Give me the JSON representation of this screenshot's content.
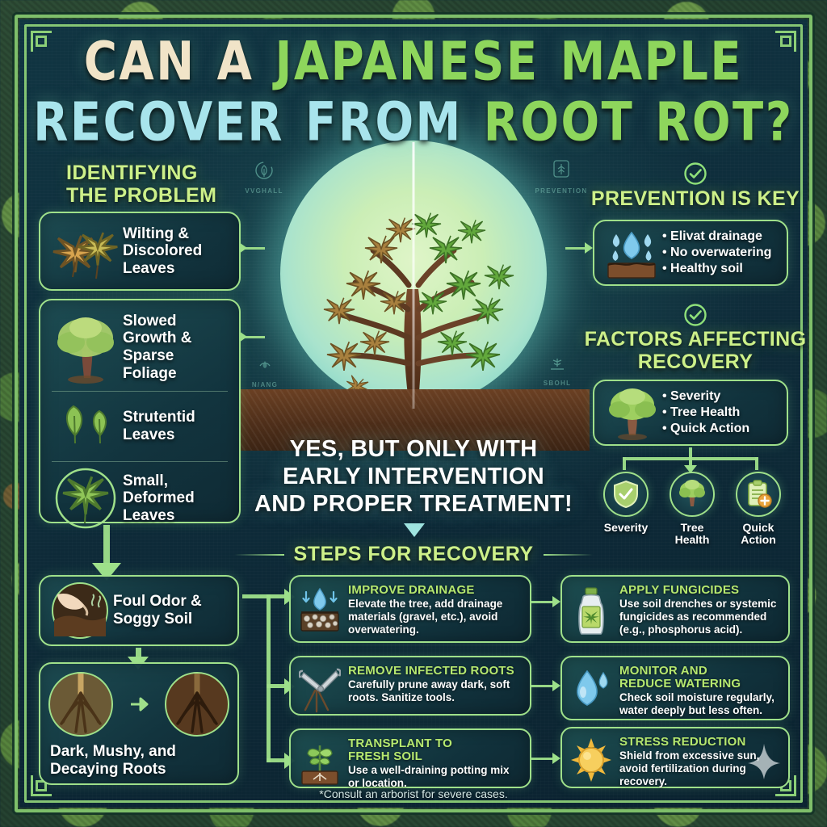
{
  "title": {
    "line1": [
      {
        "text": "CAN",
        "color": "cream"
      },
      {
        "text": "A",
        "color": "cream"
      },
      {
        "text": "JAPANESE",
        "color": "green"
      },
      {
        "text": "MAPLE",
        "color": "green"
      }
    ],
    "line2": [
      {
        "text": "RECOVER",
        "color": "blue"
      },
      {
        "text": "FROM",
        "color": "blue"
      },
      {
        "text": "ROOT",
        "color": "green"
      },
      {
        "text": "ROT?",
        "color": "green"
      }
    ],
    "full": "CAN A JAPANESE MAPLE RECOVER FROM ROOT ROT?"
  },
  "colors": {
    "accent_green": "#8ed65c",
    "pale_green": "#cdf089",
    "border_green": "#9fe08a",
    "title_cream": "#f1e4c8",
    "title_blue": "#a8e4ec",
    "panel_dark": "#0e2c3a",
    "step_title": "#b6e86f"
  },
  "left_column": {
    "heading": "IDENTIFYING\nTHE PROBLEM",
    "heading_line1": "IDENTIFYING",
    "heading_line2": "THE PROBLEM",
    "symptoms": [
      {
        "label": "Wilting &\nDiscolored\nLeaves",
        "icon": "two-brown-maple-leaves-icon"
      },
      {
        "label": "Slowed\nGrowth &\nSparse\nFoliage",
        "icon": "sparse-tree-icon"
      },
      {
        "label": "Strutentid\nLeaves",
        "icon": "two-green-leaves-icon"
      },
      {
        "label": "Small,\nDeformed\nLeaves",
        "icon": "small-maple-leaf-circle-icon"
      }
    ]
  },
  "bottom_left": {
    "cards": [
      {
        "label": "Foul Odor &\nSoggy Soil",
        "icon": "hand-in-soil-smell-icon"
      },
      {
        "label": "Dark, Mushy, and\nDecaying Roots",
        "icon": "root-comparison-icon"
      }
    ]
  },
  "right_column": {
    "prevention": {
      "heading": "PREVENTION IS KEY",
      "divider_icon": "check-circle-icon",
      "icon": "water-drops-over-soil-icon",
      "bullets": [
        "Elivat drainage",
        "No overwatering",
        "Healthy soil"
      ]
    },
    "factors": {
      "heading_line1": "FACTORS AFFECTING",
      "heading_line2": "RECOVERY",
      "heading": "FACTORS AFFECTING RECOVERY",
      "divider_icon": "check-circle-icon",
      "icon": "healthy-tree-icon",
      "bullets": [
        "Severity",
        "Tree Health",
        "Quick Action"
      ],
      "circles": [
        {
          "label": "Severity",
          "icon": "shield-check-icon"
        },
        {
          "label": "Tree\nHealth",
          "icon": "tree-icon"
        },
        {
          "label": "Quick\nAction",
          "icon": "clipboard-plus-icon"
        }
      ]
    }
  },
  "center": {
    "illustration": "split-tree-diseased-vs-healthy",
    "answer_line1": "YES, BUT ONLY WITH",
    "answer_line2": "EARLY INTERVENTION",
    "answer_line3": "AND PROPER TREATMENT!",
    "answer": "YES, BUT ONLY WITH EARLY INTERVENTION AND PROPER TREATMENT!",
    "watermarks": [
      {
        "text": "VVGHALL",
        "icon": "leaf-circle-icon"
      },
      {
        "text": "N/ANG",
        "icon": "water-drop-gauge-icon"
      },
      {
        "text": "PREVENTION",
        "icon": "tree-square-icon"
      },
      {
        "text": "SBOHL",
        "icon": "sprout-icon"
      }
    ]
  },
  "steps_section": {
    "heading": "STEPS FOR RECOVERY",
    "steps_left": [
      {
        "title": "IMPROVE DRAINAGE",
        "desc": "Elevate the tree, add drainage materials (gravel, etc.), avoid overwatering.",
        "icon": "drainage-gravel-icon"
      },
      {
        "title": "REMOVE INFECTED ROOTS",
        "desc": "Carefully prune away dark, soft roots. Sanitize tools.",
        "icon": "pruning-shears-icon"
      },
      {
        "title": "TRANSPLANT TO FRESH SOIL",
        "title_line1": "TRANSPLANT TO",
        "title_line2": "FRESH SOIL",
        "desc": "Use a well-draining potting mix or location.",
        "icon": "seedling-soil-icon"
      }
    ],
    "steps_right": [
      {
        "title": "APPLY FUNGICIDES",
        "desc": "Use soil drenches or systemic fungicides as recommended (e.g., phosphorus acid).",
        "icon": "fungicide-bottle-icon"
      },
      {
        "title": "MONITOR AND REDUCE WATERING",
        "title_line1": "MONITOR AND",
        "title_line2": "REDUCE WATERING",
        "desc": "Check soil moisture regularly, water deeply but less often.",
        "icon": "water-drop-icon"
      },
      {
        "title": "STRESS REDUCTION",
        "desc": "Shield from excessive sun, avoid fertilization during recovery.",
        "icon": "sun-icon"
      }
    ]
  },
  "footnote": "*Consult an arborist for severe cases."
}
